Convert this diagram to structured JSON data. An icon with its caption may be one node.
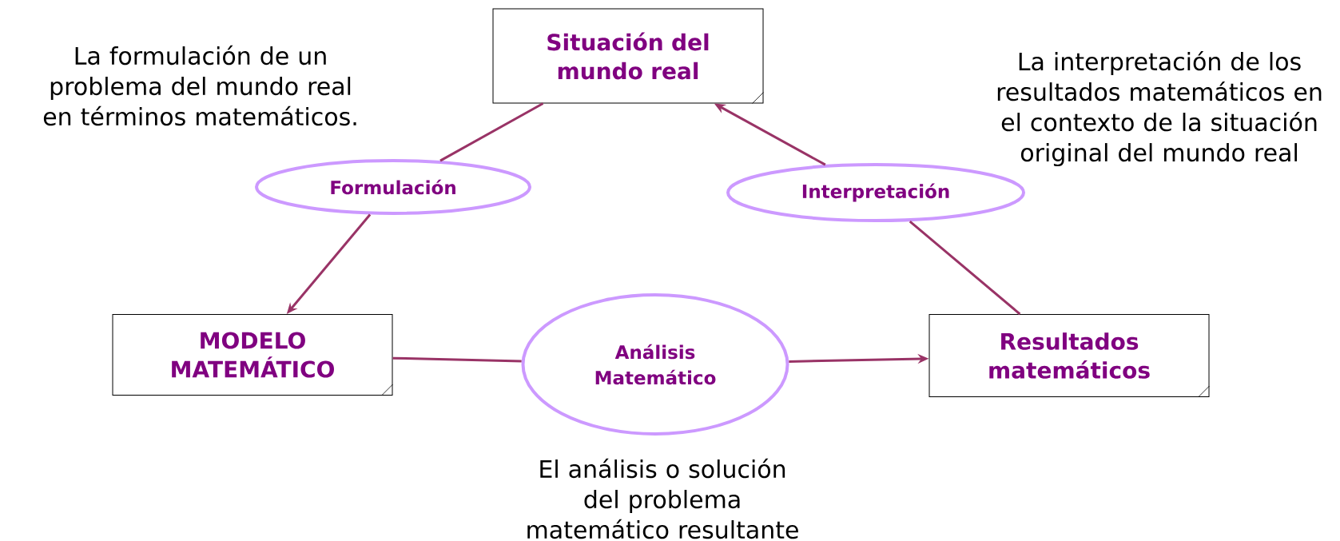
{
  "diagram": {
    "nodes": [
      {
        "text": [
          "Situación del mundo real"
        ]
      },
      {
        "text": [
          "Formulación"
        ]
      },
      {
        "text": [
          "MODELO MATEMÁTICO"
        ]
      },
      {
        "text": [
          "Análisis Matemático"
        ]
      },
      {
        "text": [
          "Resultados matemáticos"
        ]
      },
      {
        "text": [
          "Interpretación"
        ]
      }
    ],
    "edges": [
      {
        "from": 0,
        "to": 1,
        "arrow": "none"
      },
      {
        "from": 1,
        "to": 2,
        "arrow": "to"
      },
      {
        "from": 2,
        "to": 3,
        "arrow": "none"
      },
      {
        "from": 3,
        "to": 4,
        "arrow": "to"
      },
      {
        "from": 4,
        "to": 5,
        "arrow": "none"
      },
      {
        "from": 5,
        "to": 0,
        "arrow": "to"
      }
    ],
    "labels": [
      "La formulación de un problema del mundo real en términos matemáticos.",
      "La interpretación de los resultados matemáticos en el contexto de la situación original del mundo real",
      "El análisis o solución del problema matemático resultante"
    ]
  }
}
